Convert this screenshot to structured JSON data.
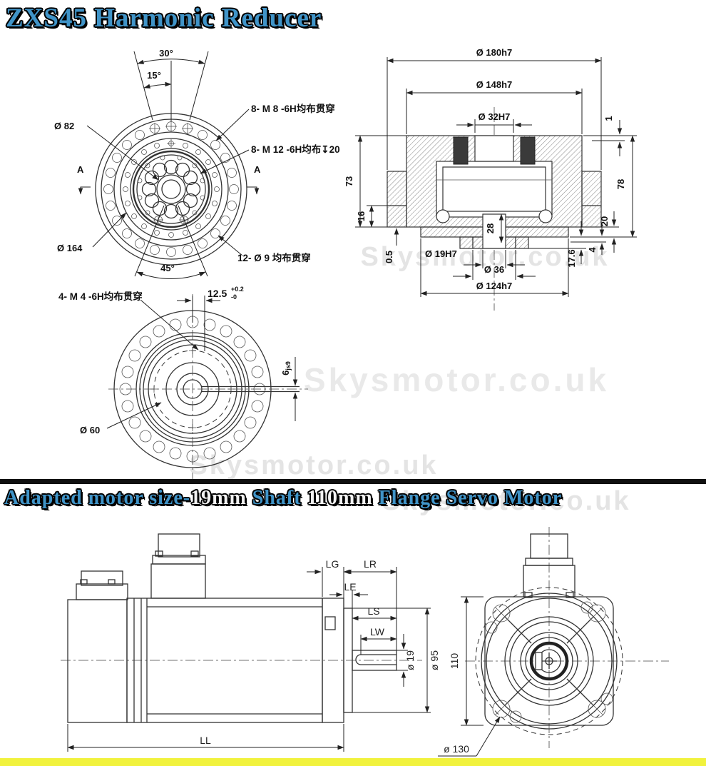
{
  "title1": "ZXS45 Harmonic Reducer",
  "title2": {
    "seg1": "Adapted motor size-",
    "seg2": "19mm",
    "seg3": " Shaft ",
    "seg4": "110mm",
    "seg5": " Flange Servo Motor"
  },
  "watermark": "Skysmotor.co.uk",
  "colors": {
    "title_blue": "#4094c8",
    "title_white": "#f2f2f2",
    "outline_black": "#000000",
    "divider_black": "#101010",
    "bottom_bar_yellow": "#f1f23d",
    "drawing_line": "#333333"
  },
  "reducer": {
    "front": {
      "angle30": "30°",
      "angle15": "15°",
      "d82": "Ø 82",
      "m8": "8- M 8 -6H均布贯穿",
      "m12": "8- M 12 -6H均布↧20",
      "d164": "Ø 164",
      "angle45": "45°",
      "d9": "12- Ø 9 均布贯穿",
      "sectionA": "A"
    },
    "flange": {
      "m4": "4- M 4 -6H均布贯穿",
      "dim125": "12.5",
      "tolUp": "+0.2",
      "tolDn": "-0",
      "key": "6",
      "keyFit": "js9",
      "d60": "Ø 60"
    },
    "section": {
      "d180": "Ø 180h7",
      "d148": "Ø 148h7",
      "d32": "Ø 32H7",
      "dim1": "1",
      "dim73": "73",
      "dim16": "16",
      "dim05": "0.5",
      "dim28": "28",
      "dim78": "78",
      "dim20": "20",
      "dim4": "4",
      "dim176": "17.6",
      "d19": "Ø 19H7",
      "d36": "Ø 36",
      "d124": "Ø 124h7"
    }
  },
  "motor": {
    "side": {
      "lg": "LG",
      "lr": "LR",
      "le": "LE",
      "ls": "LS",
      "lw": "LW",
      "d19": "ø 19",
      "d95": "ø 95",
      "ll": "LL"
    },
    "front": {
      "dim110": "110",
      "d130": "ø 130"
    }
  }
}
